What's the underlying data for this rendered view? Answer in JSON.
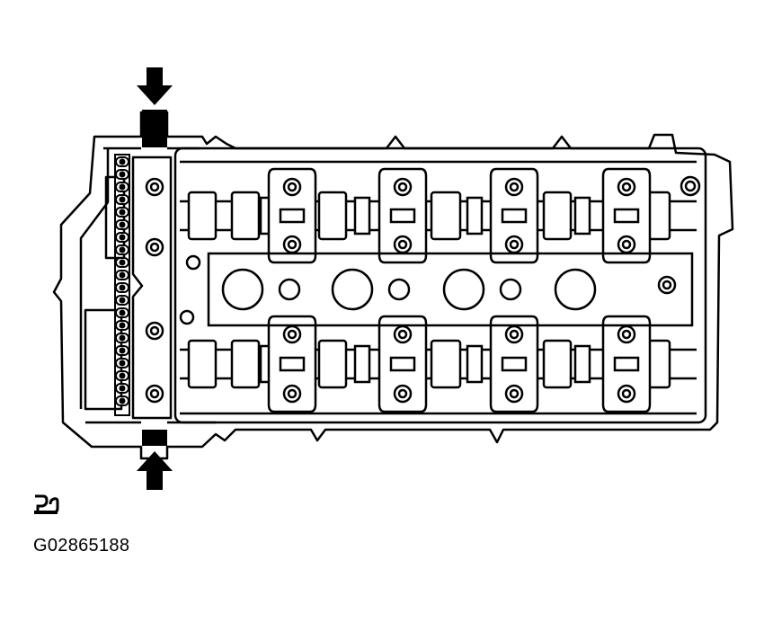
{
  "figure": {
    "code": "G02865188",
    "icon": "sealant-icon",
    "ink_color": "#000000",
    "paper_color": "#ffffff"
  },
  "diagram": {
    "subject": "cylinder-head-camshaft-assembly",
    "camshafts": 2,
    "bearing_caps_per_row": 4,
    "journals_per_camshaft": 4,
    "timing_chain": true,
    "arrows": [
      "top-arrow",
      "bottom-arrow"
    ]
  }
}
